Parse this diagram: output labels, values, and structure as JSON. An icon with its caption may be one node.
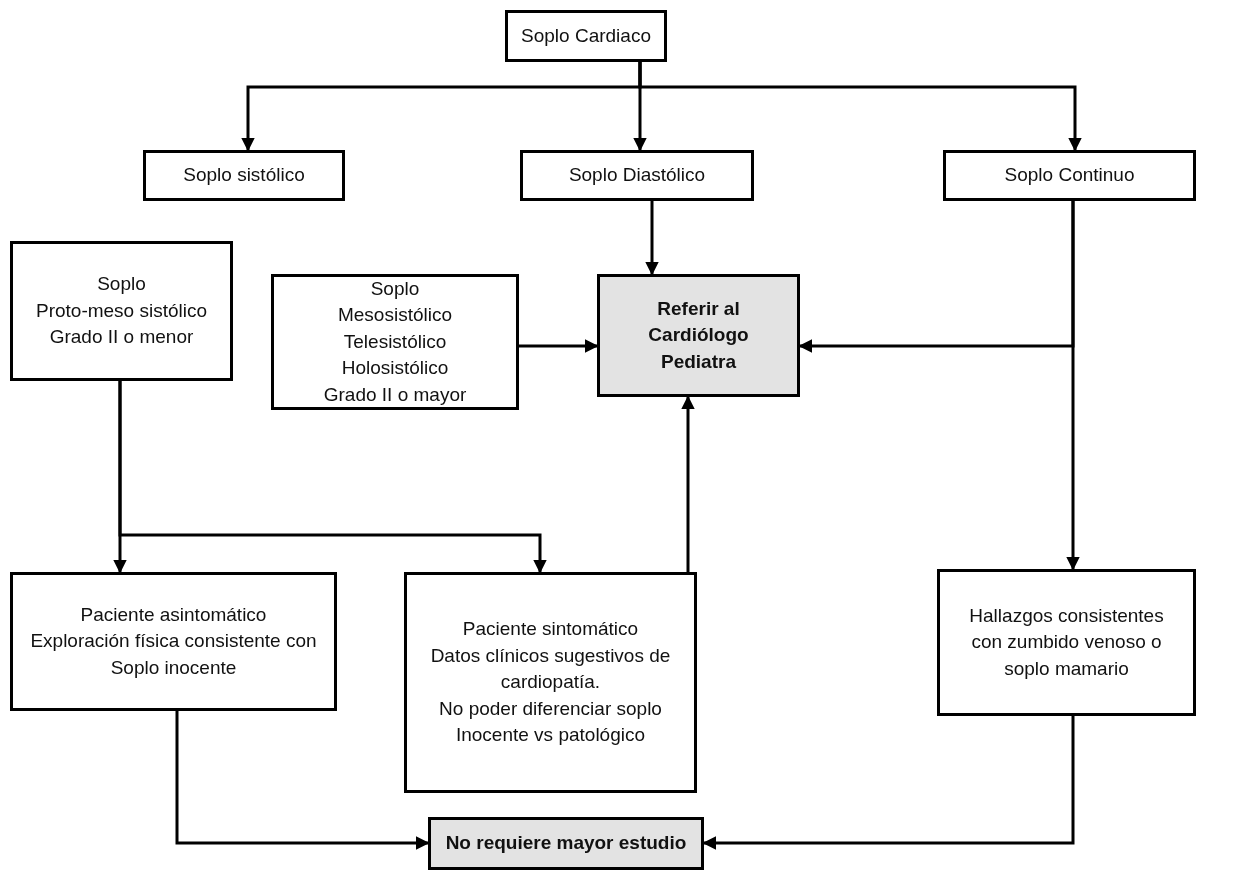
{
  "diagram": {
    "nodes": [
      {
        "text": [
          "Soplo Cardiaco"
        ]
      },
      {
        "text": [
          "Soplo sistólico"
        ]
      },
      {
        "text": [
          "Soplo Diastólico"
        ]
      },
      {
        "text": [
          "Soplo Continuo"
        ]
      },
      {
        "text": [
          "Soplo",
          "Proto-meso sistólico",
          "Grado II o menor"
        ]
      },
      {
        "text": [
          "Soplo",
          "Mesosistólico",
          "Telesistólico",
          "Holosistólico",
          "Grado II o mayor"
        ]
      },
      {
        "text": [
          "Referir al Cardiólogo Pediatra"
        ]
      },
      {
        "text": [
          "Paciente asintomático",
          "Exploración física consistente con Soplo inocente"
        ]
      },
      {
        "text": [
          "Paciente sintomático",
          "Datos clínicos sugestivos de cardiopatía.",
          "No poder diferenciar soplo Inocente vs patológico"
        ]
      },
      {
        "text": [
          "Hallazgos consistentes con zumbido venoso o soplo mamario"
        ]
      },
      {
        "text": [
          "No requiere mayor estudio"
        ]
      }
    ],
    "edges": [
      {
        "from": 0,
        "to": 1,
        "arrow": "to"
      },
      {
        "from": 0,
        "to": 2,
        "arrow": "to"
      },
      {
        "from": 0,
        "to": 3,
        "arrow": "to"
      },
      {
        "from": 2,
        "to": 6,
        "arrow": "to"
      },
      {
        "from": 3,
        "to": 6,
        "arrow": "to"
      },
      {
        "from": 3,
        "to": 9,
        "arrow": "to"
      },
      {
        "from": 5,
        "to": 6,
        "arrow": "to"
      },
      {
        "from": 4,
        "to": 7,
        "arrow": "to"
      },
      {
        "from": 4,
        "to": 8,
        "arrow": "to"
      },
      {
        "from": 8,
        "to": 6,
        "arrow": "to"
      },
      {
        "from": 7,
        "to": 10,
        "arrow": "to"
      },
      {
        "from": 9,
        "to": 10,
        "arrow": "to"
      }
    ]
  }
}
